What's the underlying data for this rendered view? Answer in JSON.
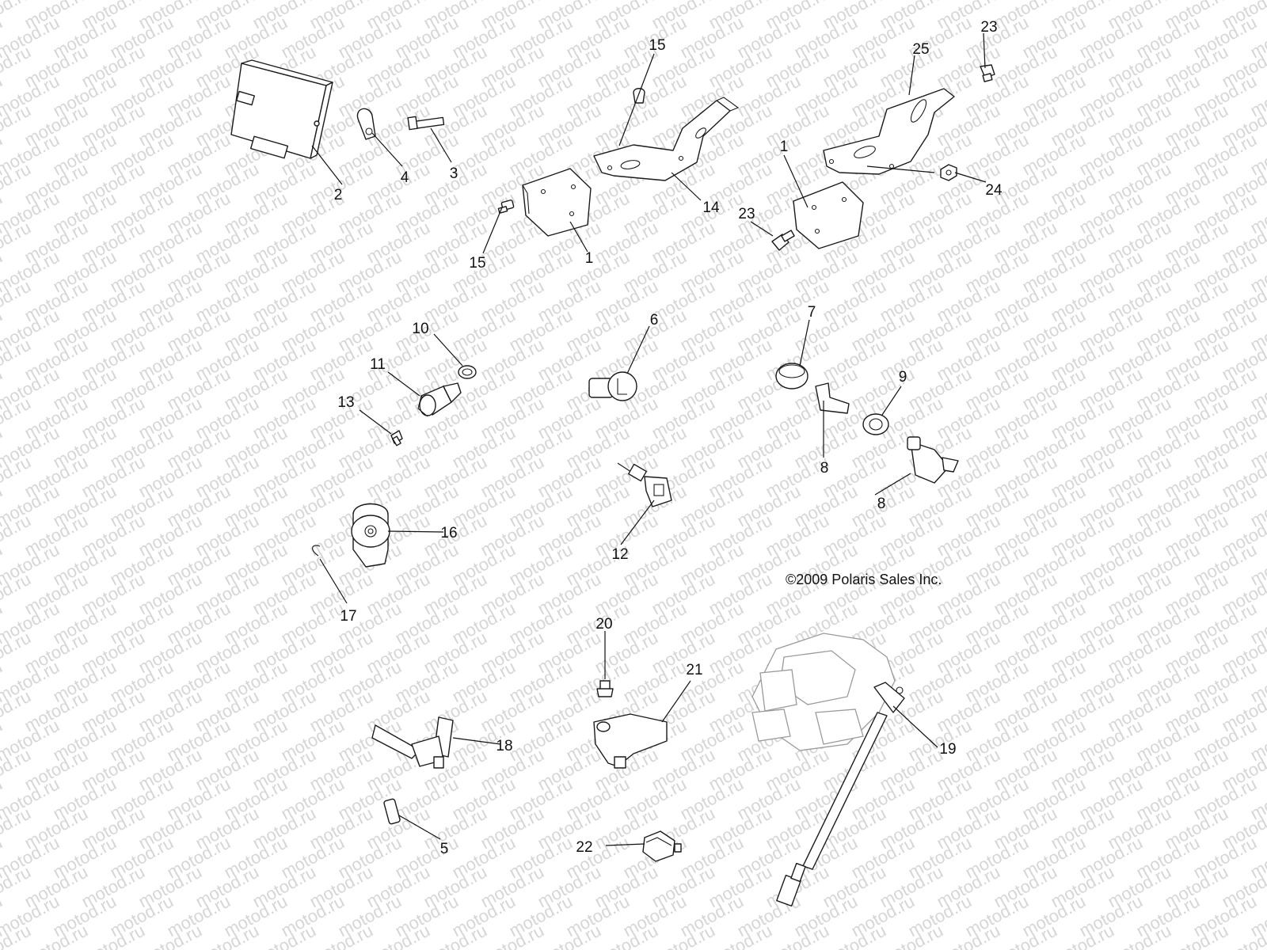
{
  "watermark": {
    "text": "motod.ru",
    "color": "#d6d6d6"
  },
  "copyright": "©2009 Polaris Sales Inc.",
  "callouts": {
    "c1a": "1",
    "c1b": "1",
    "c2": "2",
    "c3": "3",
    "c4": "4",
    "c5": "5",
    "c6": "6",
    "c7": "7",
    "c8a": "8",
    "c8b": "8",
    "c9": "9",
    "c10": "10",
    "c11": "11",
    "c12": "12",
    "c13": "13",
    "c14": "14",
    "c15a": "15",
    "c15b": "15",
    "c16": "16",
    "c17": "17",
    "c18": "18",
    "c19": "19",
    "c20": "20",
    "c21": "21",
    "c22": "22",
    "c23a": "23",
    "c23b": "23",
    "c24": "24",
    "c25": "25"
  }
}
